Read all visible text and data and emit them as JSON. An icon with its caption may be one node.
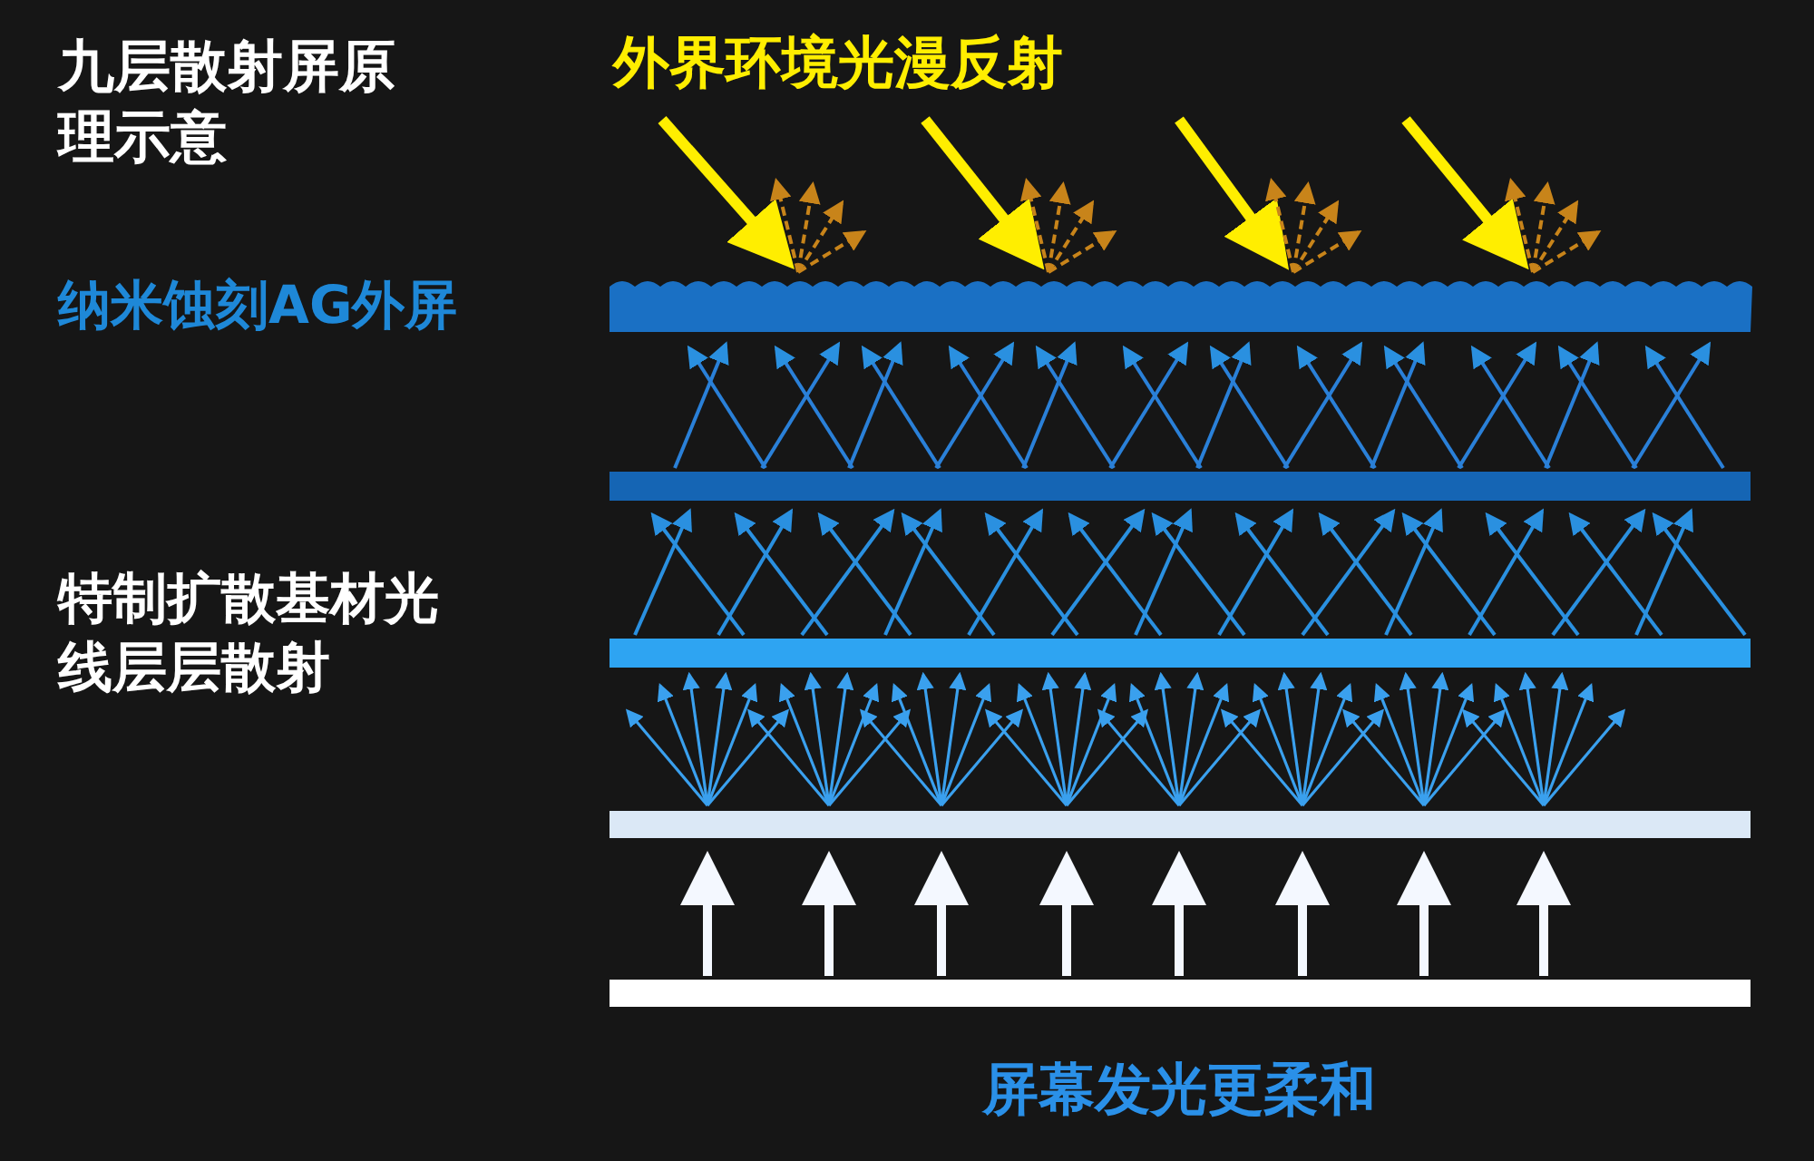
{
  "diagram": {
    "title": "九层散射屏原理示意",
    "labels": [
      "外界环境光漫反射",
      "纳米蚀刻AG外屏",
      "特制扩散基材光线层层散射",
      "屏幕发光更柔和"
    ]
  }
}
